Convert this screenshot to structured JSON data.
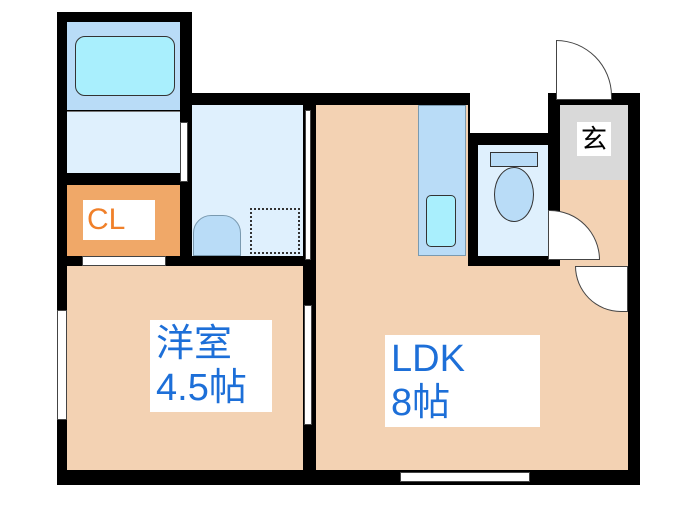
{
  "rooms": {
    "western_room": {
      "name": "洋室",
      "size": "4.5帖"
    },
    "ldk": {
      "name": "LDK",
      "size": "8帖"
    },
    "closet": {
      "name": "CL"
    },
    "entrance": {
      "name": "玄"
    }
  },
  "colors": {
    "wall": "#000000",
    "room": "#f3d2b3",
    "closet": "#f0a868",
    "wet_area": "#dff0fd",
    "label": "#1d6fd8",
    "entrance": "#d9d9d9"
  }
}
